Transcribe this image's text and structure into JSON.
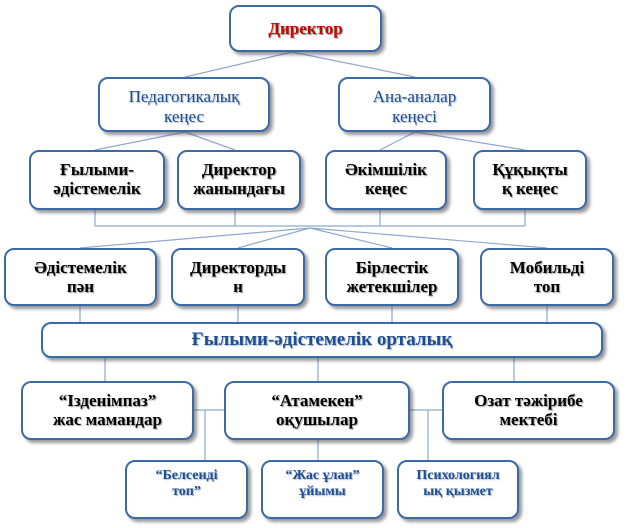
{
  "colors": {
    "border": "#3a6aa8",
    "title": "#cc0000",
    "blue_text": "#1f4e91",
    "line": "#8fa9cc"
  },
  "diagram": {
    "director": [
      "Директор"
    ],
    "ped_council": [
      "Педагогикалық",
      "кеңес"
    ],
    "parents_council": [
      "Ана-аналар",
      "кеңесі"
    ],
    "sci_method": [
      "Ғылыми-",
      "әдістемелік"
    ],
    "under_director": [
      "Директор",
      "жанындағы"
    ],
    "admin_council": [
      "Әкімшілік",
      "кеңес"
    ],
    "legal_council": [
      "Құқықты",
      "қ кеңес"
    ],
    "method_subject": [
      "Әдістемелік",
      "пән"
    ],
    "directors": [
      "Директорды",
      "н"
    ],
    "union_leaders": [
      "Бірлестік",
      "жетекшілер"
    ],
    "mobile_group": [
      "Мобильді",
      "топ"
    ],
    "center": [
      "Ғылыми-әдістемелік орталық"
    ],
    "seekers": [
      "“Ізденімпаз”",
      "жас мамандар"
    ],
    "atameken": [
      "“Атамекен”",
      "оқушылар"
    ],
    "advanced": [
      "Озат тәжірибе",
      "мектебі"
    ],
    "active_group": [
      "“Белсенді",
      "топ”"
    ],
    "young_lads": [
      "“Жас ұлан”",
      "ұйымы"
    ],
    "psych_service": [
      "Психологиял",
      "ық қызмет"
    ]
  }
}
